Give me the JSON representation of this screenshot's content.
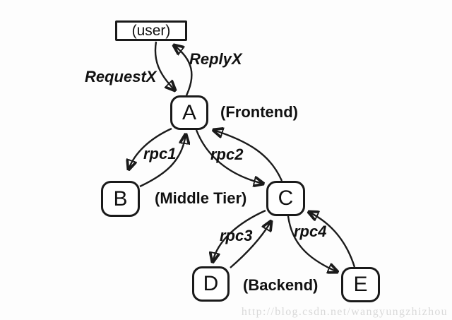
{
  "nodes": {
    "user": {
      "label": "(user)"
    },
    "a": {
      "label": "A"
    },
    "b": {
      "label": "B"
    },
    "c": {
      "label": "C"
    },
    "d": {
      "label": "D"
    },
    "e": {
      "label": "E"
    }
  },
  "tier_labels": {
    "frontend": "(Frontend)",
    "middle_tier": "(Middle Tier)",
    "backend": "(Backend)"
  },
  "edge_labels": {
    "request": "RequestX",
    "reply": "ReplyX",
    "rpc1": "rpc1",
    "rpc2": "rpc2",
    "rpc3": "rpc3",
    "rpc4": "rpc4"
  },
  "edges": [
    {
      "from": "user",
      "to": "A",
      "label": "RequestX"
    },
    {
      "from": "A",
      "to": "user",
      "label": "ReplyX"
    },
    {
      "from": "A",
      "to": "B",
      "label": "rpc1"
    },
    {
      "from": "B",
      "to": "A",
      "label": "rpc1"
    },
    {
      "from": "A",
      "to": "C",
      "label": "rpc2"
    },
    {
      "from": "C",
      "to": "A",
      "label": "rpc2"
    },
    {
      "from": "C",
      "to": "D",
      "label": "rpc3"
    },
    {
      "from": "D",
      "to": "C",
      "label": "rpc3"
    },
    {
      "from": "C",
      "to": "E",
      "label": "rpc4"
    },
    {
      "from": "E",
      "to": "C",
      "label": "rpc4"
    }
  ],
  "watermark": "http://blog.csdn.net/wangyungzhizhou",
  "colors": {
    "ink": "#1a1a1a",
    "background": "#fdfdfd",
    "watermark": "#d9d9d9"
  }
}
